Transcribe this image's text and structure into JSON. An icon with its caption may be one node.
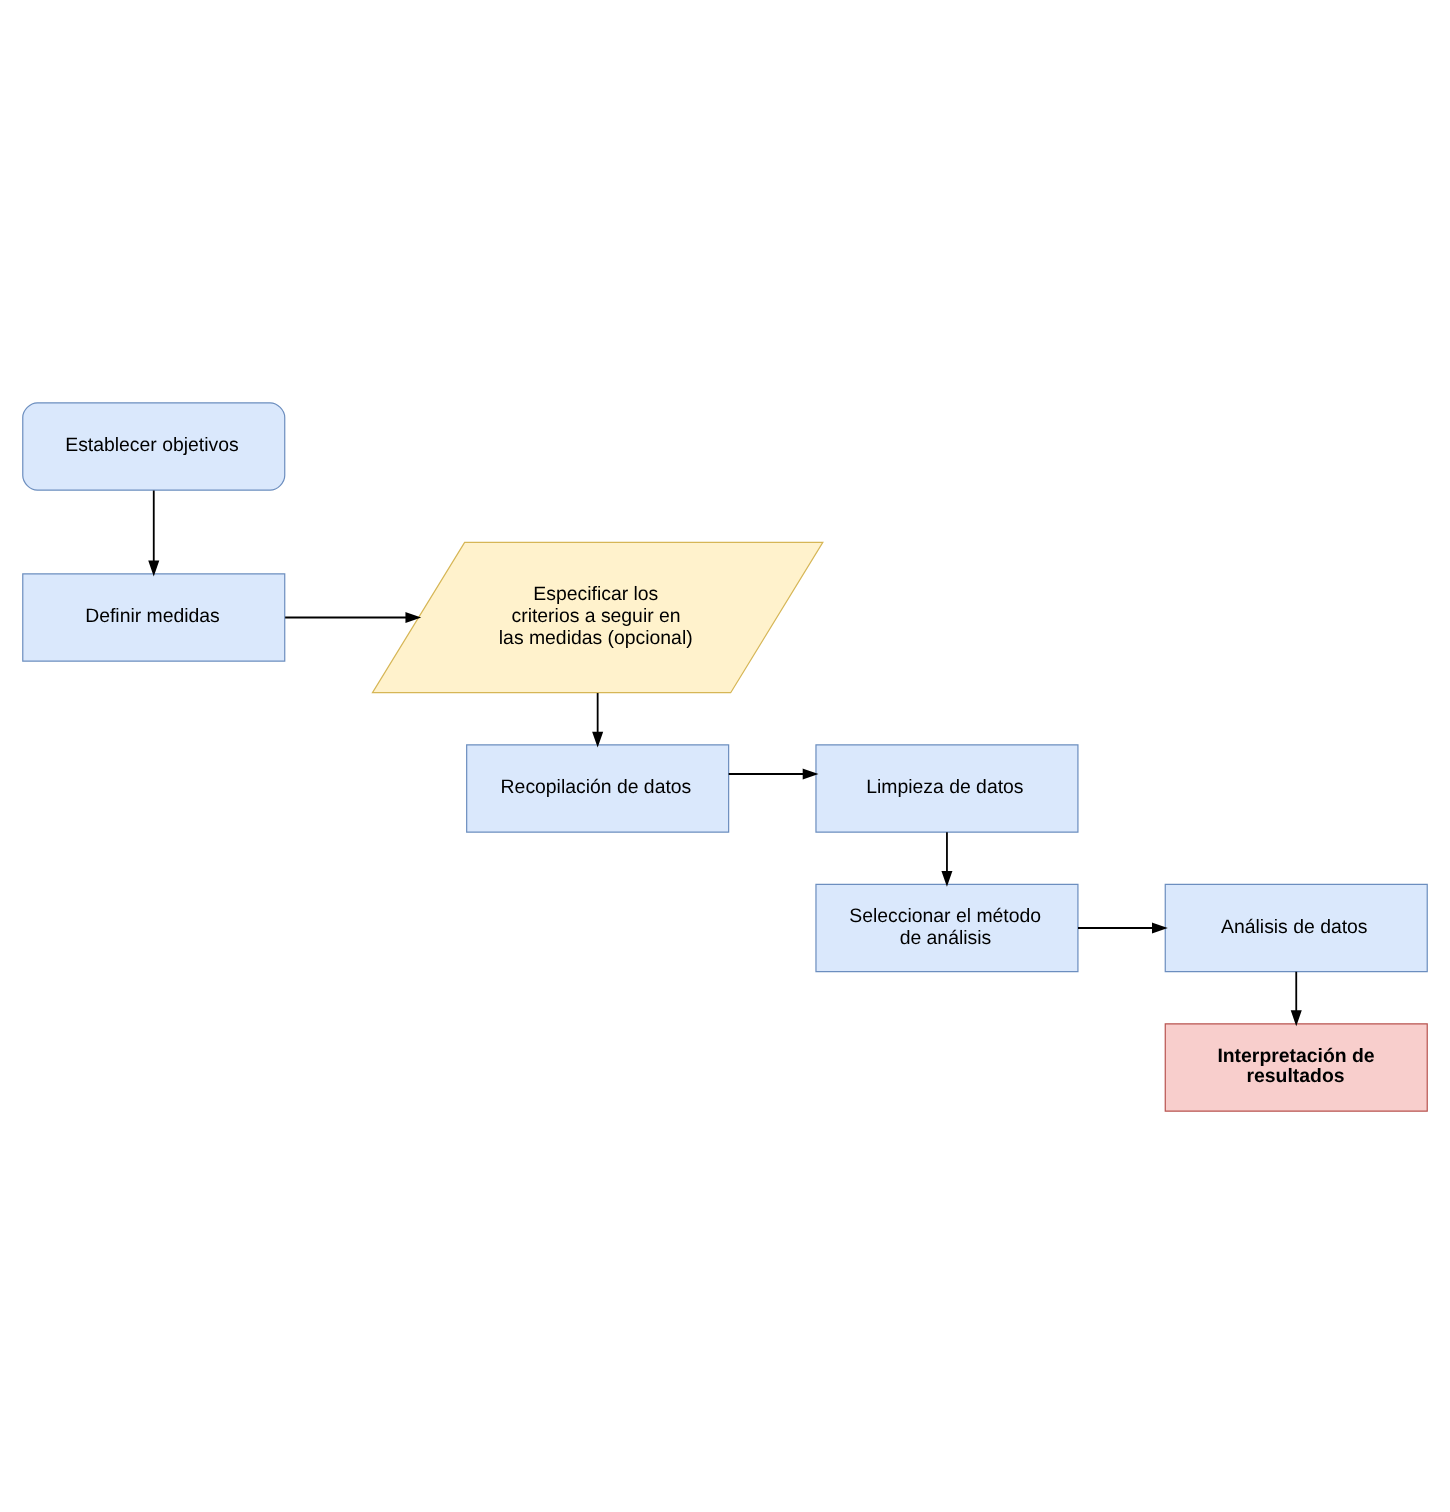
{
  "diagram": {
    "nodes": [
      {
        "text": [
          "Establecer objetivos"
        ]
      },
      {
        "text": [
          "Definir medidas"
        ]
      },
      {
        "text": [
          "Especificar los criterios a seguir en las medidas (opcional)"
        ]
      },
      {
        "text": [
          "Recopilación de datos"
        ]
      },
      {
        "text": [
          "Limpieza de datos"
        ]
      },
      {
        "text": [
          "Seleccionar el método de análisis"
        ]
      },
      {
        "text": [
          "Análisis de datos"
        ]
      },
      {
        "text": [
          "Interpretación de resultados"
        ]
      }
    ],
    "edges": [
      {
        "from": 0,
        "to": 1,
        "arrow": "to"
      },
      {
        "from": 1,
        "to": 2,
        "arrow": "to"
      },
      {
        "from": 2,
        "to": 3,
        "arrow": "to"
      },
      {
        "from": 3,
        "to": 4,
        "arrow": "to"
      },
      {
        "from": 4,
        "to": 5,
        "arrow": "to"
      },
      {
        "from": 5,
        "to": 6,
        "arrow": "to"
      },
      {
        "from": 6,
        "to": 7,
        "arrow": "to"
      }
    ]
  }
}
